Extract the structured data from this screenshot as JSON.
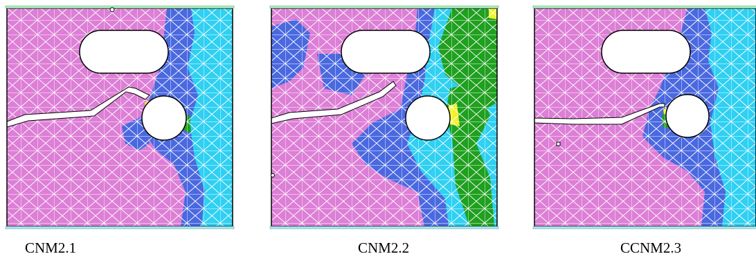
{
  "figures": [
    {
      "caption": "CNM2.1",
      "colors": {
        "pink": "#dd7fd6",
        "blue": "#4a69e0",
        "cyan": "#2fd0f2",
        "green": "#1fa01f",
        "yellow": "#f2f22a",
        "mesh": "#ffffff"
      }
    },
    {
      "caption": "CNM2.2",
      "colors": {
        "pink": "#dd7fd6",
        "blue": "#4a69e0",
        "cyan": "#2fd0f2",
        "green": "#1fa01f",
        "yellow": "#f2f22a",
        "mesh": "#ffffff"
      }
    },
    {
      "caption": "CCNM2.3",
      "colors": {
        "pink": "#dd7fd6",
        "blue": "#4a69e0",
        "cyan": "#2fd0f2",
        "green": "#1fa01f",
        "yellow": "#f2f22a",
        "mesh": "#ffffff"
      }
    }
  ]
}
